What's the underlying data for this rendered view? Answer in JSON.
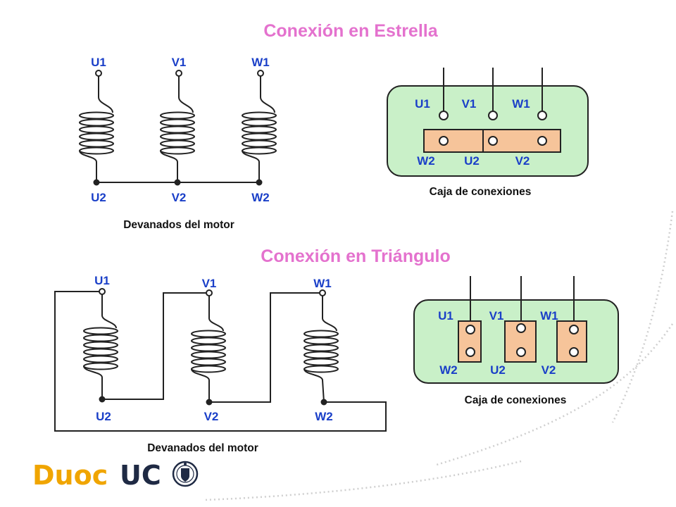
{
  "star": {
    "title": "Conexión en Estrella",
    "windings_caption": "Devanados del motor",
    "box_caption": "Caja de conexiones",
    "windings_top": [
      "U1",
      "V1",
      "W1"
    ],
    "windings_bottom": [
      "U2",
      "V2",
      "W2"
    ],
    "box_top": [
      "U1",
      "V1",
      "W1"
    ],
    "box_bottom": [
      "W2",
      "U2",
      "V2"
    ]
  },
  "delta": {
    "title": "Conexión en Triángulo",
    "windings_caption": "Devanados del motor",
    "box_caption": "Caja de conexiones",
    "windings_top": [
      "U1",
      "V1",
      "W1"
    ],
    "windings_bottom": [
      "U2",
      "V2",
      "W2"
    ],
    "box_top": [
      "U1",
      "V1",
      "W1"
    ],
    "box_bottom": [
      "W2",
      "U2",
      "V2"
    ]
  },
  "logo": {
    "duoc": "Duoc",
    "uc": "UC"
  },
  "colors": {
    "title": "#e472ce",
    "terminal_label": "#1a3fc8",
    "box_fill": "#c9f0c8",
    "link_fill": "#f6c49a",
    "brand_orange": "#f0a500",
    "brand_navy": "#1f2a44"
  }
}
